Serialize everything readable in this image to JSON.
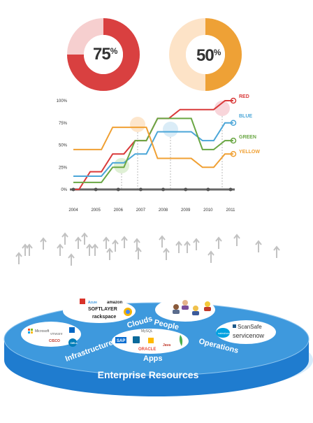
{
  "donuts": [
    {
      "value": 75,
      "label": "75",
      "unit": "%",
      "fg": "#d94040",
      "bg": "#f6cfcf"
    },
    {
      "value": 50,
      "label": "50",
      "unit": "%",
      "fg": "#eea136",
      "bg": "#fde3c7"
    }
  ],
  "chart_data": {
    "type": "line",
    "x": [
      "2004",
      "2005",
      "2006",
      "2007",
      "2008",
      "2009",
      "2010",
      "2011"
    ],
    "y_ticks": [
      "100%",
      "75%",
      "50%",
      "25%",
      "0%"
    ],
    "ylim": [
      0,
      100
    ],
    "grid": false,
    "legend_placement": "right",
    "series": [
      {
        "name": "RED",
        "color": "#d93a3a",
        "values": [
          0,
          20,
          40,
          55,
          80,
          90,
          90,
          100
        ]
      },
      {
        "name": "BLUE",
        "color": "#4ba6d8",
        "values": [
          15,
          15,
          30,
          40,
          65,
          65,
          55,
          75
        ]
      },
      {
        "name": "GREEN",
        "color": "#6aa744",
        "values": [
          8,
          8,
          25,
          55,
          80,
          80,
          45,
          55
        ]
      },
      {
        "name": "YELLOW",
        "color": "#f0a033",
        "values": [
          45,
          45,
          70,
          70,
          35,
          35,
          25,
          40
        ]
      }
    ]
  },
  "platform": {
    "title": "Enterprise Resources",
    "groups": {
      "clouds": "Clouds",
      "people": "People",
      "infrastructure": "Infrastructure",
      "apps": "Apps",
      "operations": "Operations"
    },
    "logos": {
      "azure": "Azure",
      "amazon": "amazon",
      "softlayer": "SOFTLAYER",
      "rackspace": "rackspace",
      "microsoft": "Microsoft",
      "vmware": "vmware",
      "cisco": "CISCO",
      "netapp": "NetApp",
      "dell": "DELL",
      "sap": "SAP",
      "oracle": "ORACLE",
      "java": "Java",
      "mysql": "MySQL",
      "salesforce": "salesforce",
      "scansafe": "ScanSafe",
      "servicenow": "servicenow"
    },
    "colors": {
      "platform": "#3e99dd",
      "band": "#1f7ccf",
      "shadow": "#d7ebfa"
    }
  }
}
